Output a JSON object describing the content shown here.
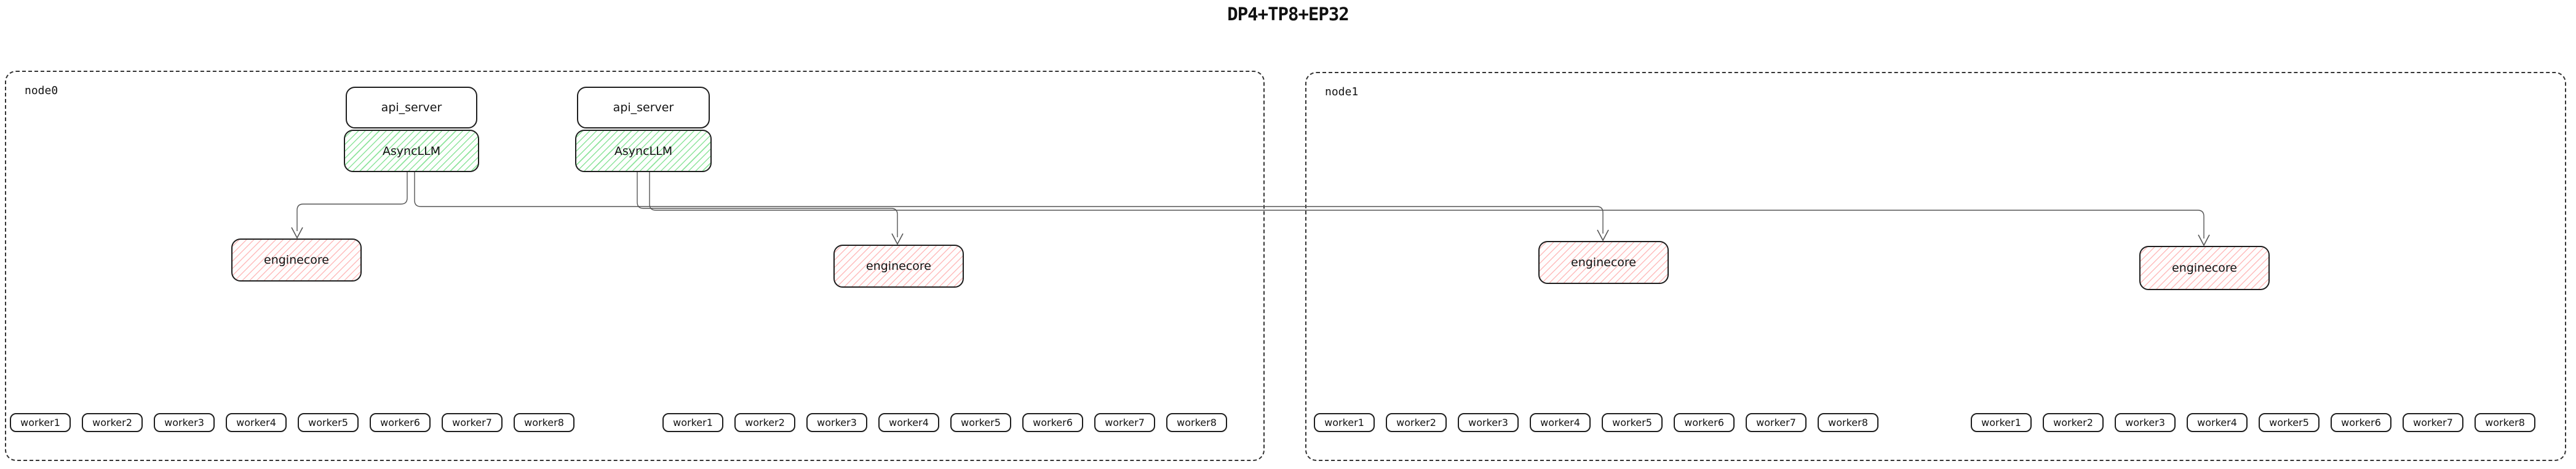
{
  "title": "DP4+TP8+EP32",
  "node0": {
    "label": "node0"
  },
  "node1": {
    "label": "node1"
  },
  "stack1": {
    "api_server": "api_server",
    "asyncllm": "AsyncLLM"
  },
  "stack2": {
    "api_server": "api_server",
    "asyncllm": "AsyncLLM"
  },
  "enginecores": {
    "ec1": "enginecore",
    "ec2": "enginecore",
    "ec3": "enginecore",
    "ec4": "enginecore"
  },
  "worker_labels": [
    "worker1",
    "worker2",
    "worker3",
    "worker4",
    "worker5",
    "worker6",
    "worker7",
    "worker8"
  ],
  "colors": {
    "background": "#ffffff",
    "box_border": "#1e1e1e",
    "node_border_dashed": "#333333",
    "green_hatch": "#69db7c",
    "red_hatch": "#ff8787",
    "connector": "#555555",
    "text": "#111111"
  }
}
